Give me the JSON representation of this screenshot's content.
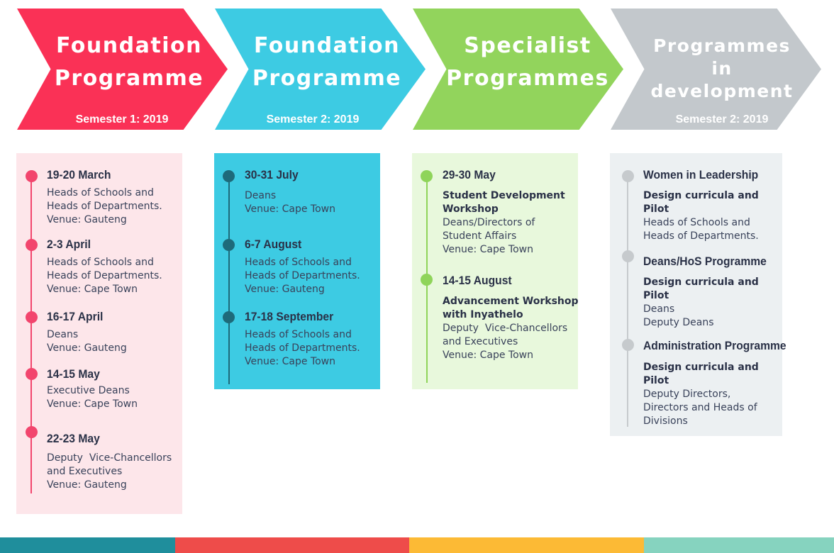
{
  "header": [
    {
      "title_lines": [
        "Foundation",
        "Programme"
      ],
      "semester": "Semester 1: 2019",
      "color": "#fa3156"
    },
    {
      "title_lines": [
        "Foundation",
        "Programme"
      ],
      "semester": "Semester 2: 2019",
      "color": "#3dcbe3"
    },
    {
      "title_lines": [
        "Specialist",
        "Programmes"
      ],
      "semester": "",
      "color": "#92d45c"
    },
    {
      "title_lines": [
        "Programmes",
        "in",
        "development"
      ],
      "semester": "Semester 2: 2019",
      "color": "#c3c8cc"
    }
  ],
  "columns": [
    {
      "bg": "#fde6ea",
      "line_color": "#f2456d",
      "dot_color": "#f2456d",
      "entries": [
        {
          "date": "19-20 March",
          "lines": [
            "Heads of Schools and",
            "Heads of Departments.",
            "Venue: Gauteng"
          ]
        },
        {
          "date": "2-3 April",
          "lines": [
            "Heads of Schools and",
            "Heads of Departments.",
            "Venue: Cape Town"
          ]
        },
        {
          "date": "16-17 April",
          "lines": [
            "Deans",
            "Venue: Gauteng"
          ]
        },
        {
          "date": "14-15 May",
          "lines": [
            "Executive Deans",
            "Venue: Cape Town"
          ]
        },
        {
          "date": "22-23 May",
          "lines": [
            "Deputy  Vice-Chancellors",
            "and Executives",
            "Venue: Gauteng"
          ]
        }
      ]
    },
    {
      "bg": "#3dcbe3",
      "line_color": "#1e6a7a",
      "dot_color": "#1e6a7a",
      "entries": [
        {
          "date": "30-31 July",
          "lines": [
            "Deans",
            "Venue: Cape Town"
          ]
        },
        {
          "date": "6-7 August",
          "lines": [
            "Heads of Schools and",
            "Heads of Departments.",
            "Venue: Gauteng"
          ]
        },
        {
          "date": "17-18 September",
          "lines": [
            "Heads of Schools and",
            "Heads of Departments.",
            "Venue: Cape Town"
          ]
        }
      ]
    },
    {
      "bg": "#e8f8dc",
      "line_color": "#8fd45a",
      "dot_color": "#8fd45a",
      "entries": [
        {
          "date": "29-30 May",
          "strong_lines": [
            "Student Development",
            "Workshop"
          ],
          "lines": [
            "Deans/Directors of",
            "Student Affairs",
            "Venue: Cape Town"
          ]
        },
        {
          "date": "14-15 August",
          "strong_lines": [
            "Advancement Workshop",
            "with Inyathelo"
          ],
          "lines": [
            "Deputy  Vice-Chancellors",
            "and Executives",
            "Venue: Cape Town"
          ]
        }
      ]
    },
    {
      "bg": "#ecf0f2",
      "line_color": "#c6cacd",
      "dot_color": "#c6cacd",
      "entries": [
        {
          "date": "Women in Leadership",
          "strong_lines": [
            "Design curricula and",
            "Pilot"
          ],
          "lines": [
            "Heads of Schools and",
            "Heads of Departments."
          ]
        },
        {
          "date": "Deans/HoS Programme",
          "strong_lines": [
            "Design curricula and",
            "Pilot"
          ],
          "lines": [
            "Deans",
            "Deputy Deans"
          ]
        },
        {
          "date": "Administration Programme",
          "strong_lines": [
            "Design curricula and",
            "Pilot"
          ],
          "lines": [
            "Deputy Directors,",
            "Directors and Heads of",
            "Divisions"
          ]
        }
      ]
    }
  ],
  "bottom_bar_colors": [
    "#1f8e9c",
    "#ee4c4a",
    "#fcba35",
    "#86d3bf"
  ]
}
